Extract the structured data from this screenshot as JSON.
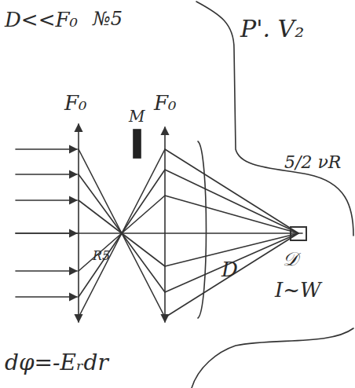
{
  "diagram": {
    "labels": [
      "D<<F₀",
      "№5",
      "P'. V₂",
      "5/2 νR",
      "F₀",
      "F₀",
      "M",
      "R5",
      "D",
      "𝒟",
      "I~W",
      "dφ=-Eᵣdr"
    ]
  }
}
